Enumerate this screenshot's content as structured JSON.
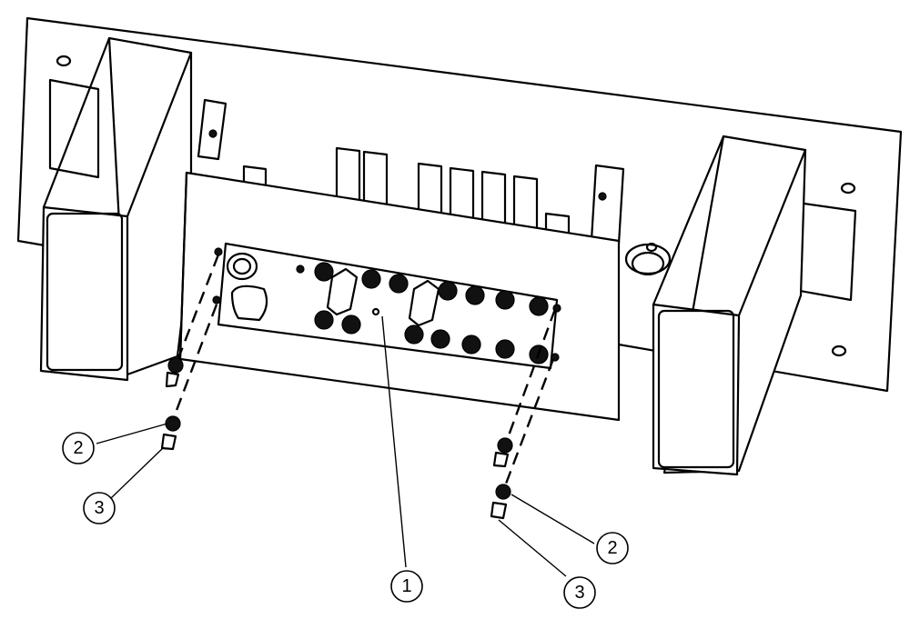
{
  "figure": {
    "callouts": [
      {
        "id": "c1",
        "label": "1"
      },
      {
        "id": "c2a",
        "label": "2"
      },
      {
        "id": "c3a",
        "label": "3"
      },
      {
        "id": "c2b",
        "label": "2"
      },
      {
        "id": "c3b",
        "label": "3"
      }
    ]
  }
}
